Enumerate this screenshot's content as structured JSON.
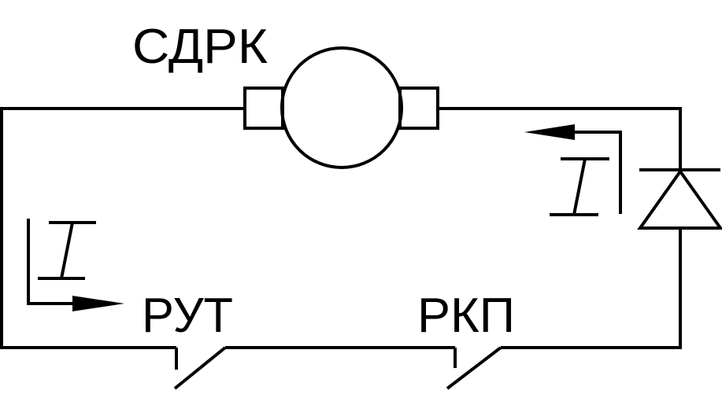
{
  "diagram": {
    "motor_label": "СДРК",
    "current_label_left": "I",
    "current_label_right": "I",
    "contact_left_label": "РУТ",
    "contact_right_label": "РКП"
  },
  "colors": {
    "line": "#000000",
    "background": "#ffffff"
  },
  "icons": {
    "motor": "dc-motor-icon",
    "diode": "diode-icon",
    "contact": "normally-open-contact-icon",
    "arrow": "current-direction-arrow-icon"
  }
}
